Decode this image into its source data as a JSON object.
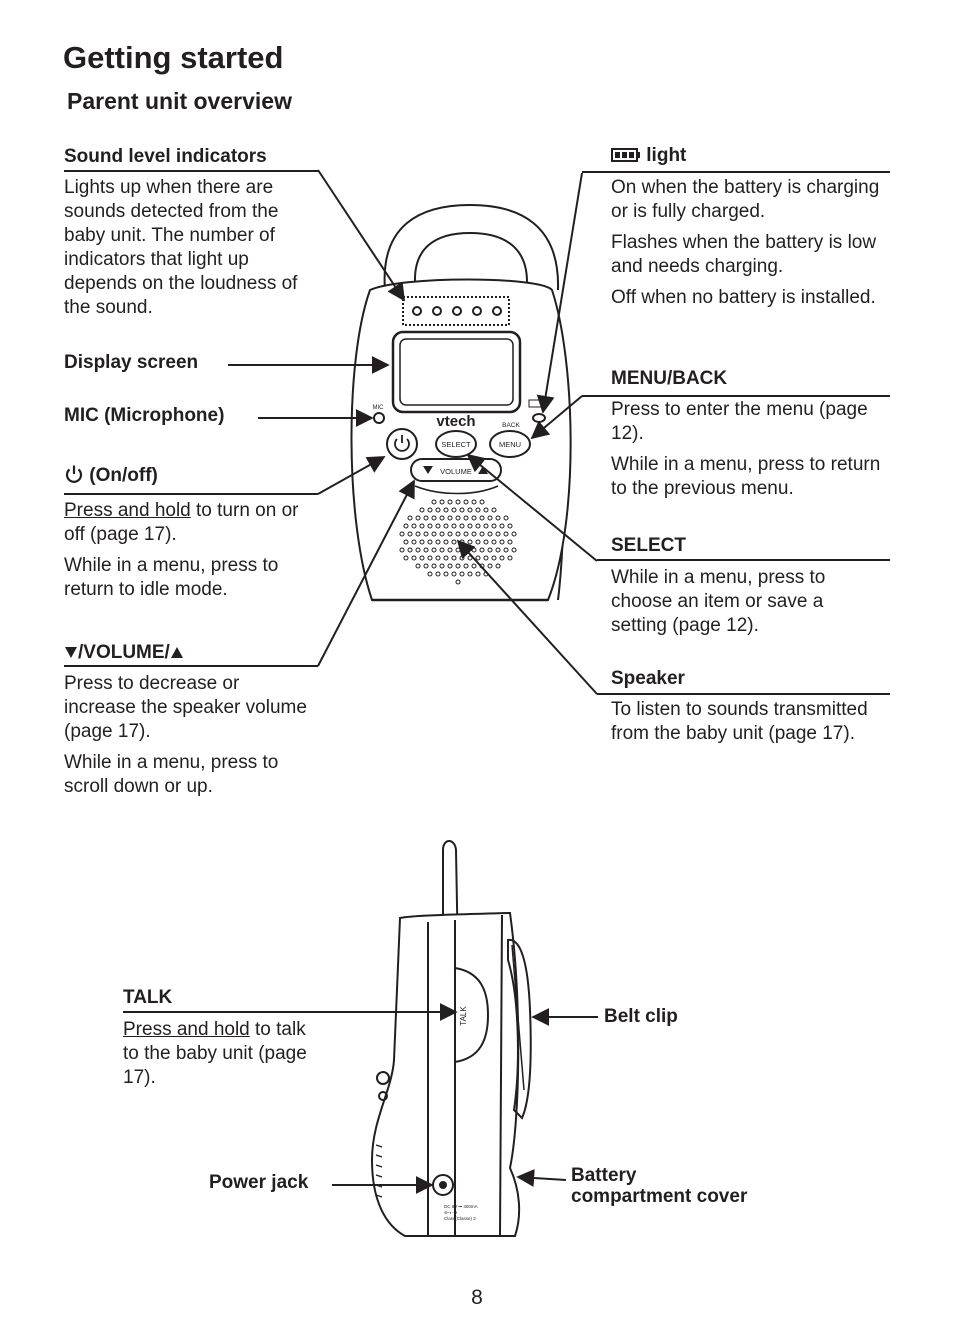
{
  "page": {
    "title": "Getting started",
    "subtitle": "Parent unit overview",
    "page_number": "8"
  },
  "callouts": {
    "sound_level": {
      "heading": "Sound level indicators",
      "body": "Lights up when there are sounds detected from the baby unit. The number of indicators that light up depends on the  loudness of the sound."
    },
    "display": {
      "heading": "Display screen"
    },
    "mic": {
      "heading": "MIC (Microphone)"
    },
    "onoff": {
      "heading": "(On/off)",
      "icon": "power-icon",
      "body1_link": "Press and hold",
      "body1_rest": " to turn on or off (page 17).",
      "body2": "While in a menu, press to return to idle mode."
    },
    "volume": {
      "heading_mid": "/VOLUME/",
      "body1": "Press to decrease or increase the speaker volume (page 17).",
      "body2": "While in a menu, press to scroll down or up."
    },
    "battery_light": {
      "heading": "light",
      "icon": "battery-icon",
      "body1": "On when the battery is charging or is fully charged.",
      "body2": "Flashes when the battery is low and needs charging.",
      "body3": "Off when no battery is installed."
    },
    "menu_back": {
      "heading": "MENU/BACK",
      "body1": "Press to enter the menu (page 12).",
      "body2": "While in a menu, press to return to the previous menu."
    },
    "select": {
      "heading": "SELECT",
      "body": "While in a menu, press to choose an item or save a setting (page 12)."
    },
    "speaker": {
      "heading": "Speaker",
      "body": "To listen to sounds transmitted from the baby unit (page 17)."
    },
    "talk": {
      "heading": "TALK",
      "body_link": "Press and hold",
      "body_rest": " to talk to the baby unit (page 17)."
    },
    "belt_clip": {
      "heading": "Belt clip"
    },
    "power_jack": {
      "heading": "Power jack"
    },
    "battery_cover": {
      "line1": "Battery",
      "line2": "compartment cover"
    }
  },
  "device": {
    "brand": "vtech",
    "mic_label": "MIC",
    "back_label": "BACK",
    "select_label": "SELECT",
    "menu_label": "MENU",
    "volume_label": "VOLUME",
    "talk_label": "TALK",
    "jack_label_1": "DC 6V ⎓ 400mA",
    "jack_label_2": "⊖-◐-⊕",
    "jack_label_3": "Class(Classe) 2"
  }
}
